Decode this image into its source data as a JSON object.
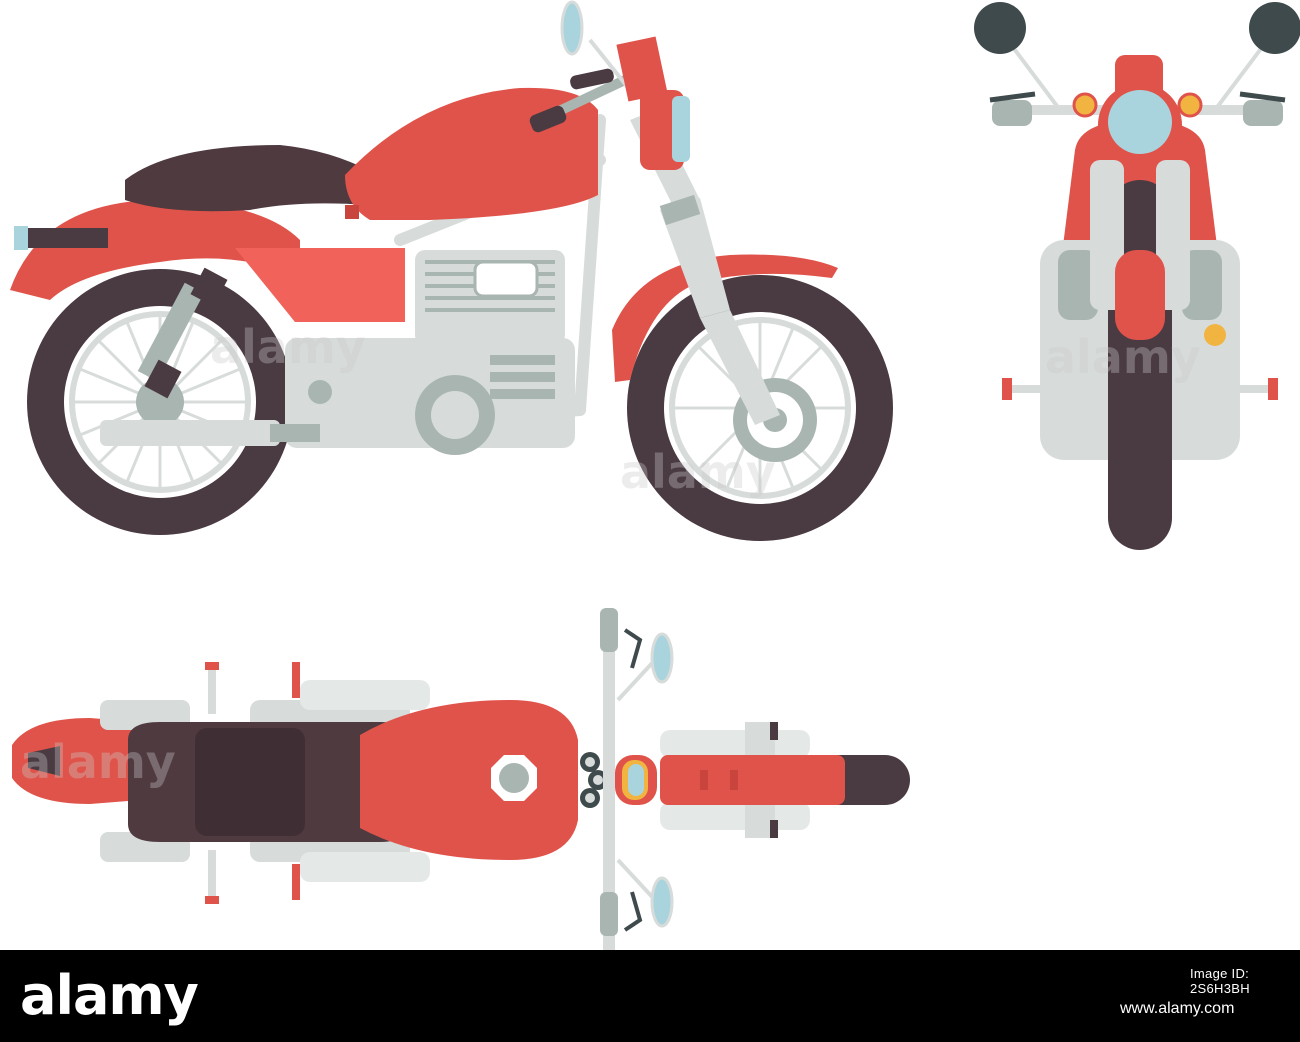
{
  "footer": {
    "brand": "alamy",
    "image_id": "Image ID: 2S6H3BH",
    "url": "www.alamy.com"
  },
  "watermark_text": "alamy",
  "views": [
    "side-view",
    "front-view",
    "top-view"
  ],
  "colors": {
    "body_red": "#e0534a",
    "dark_red": "#c9443d",
    "seat": "#4f3a40",
    "tire": "#4a3a42",
    "chrome": "#d7dcdb",
    "chrome_dark": "#a9b5b1",
    "lamp_blue": "#a9d4de",
    "indicator": "#f2b440",
    "mirror": "#3f4a4d",
    "footer_bg": "#000000"
  }
}
